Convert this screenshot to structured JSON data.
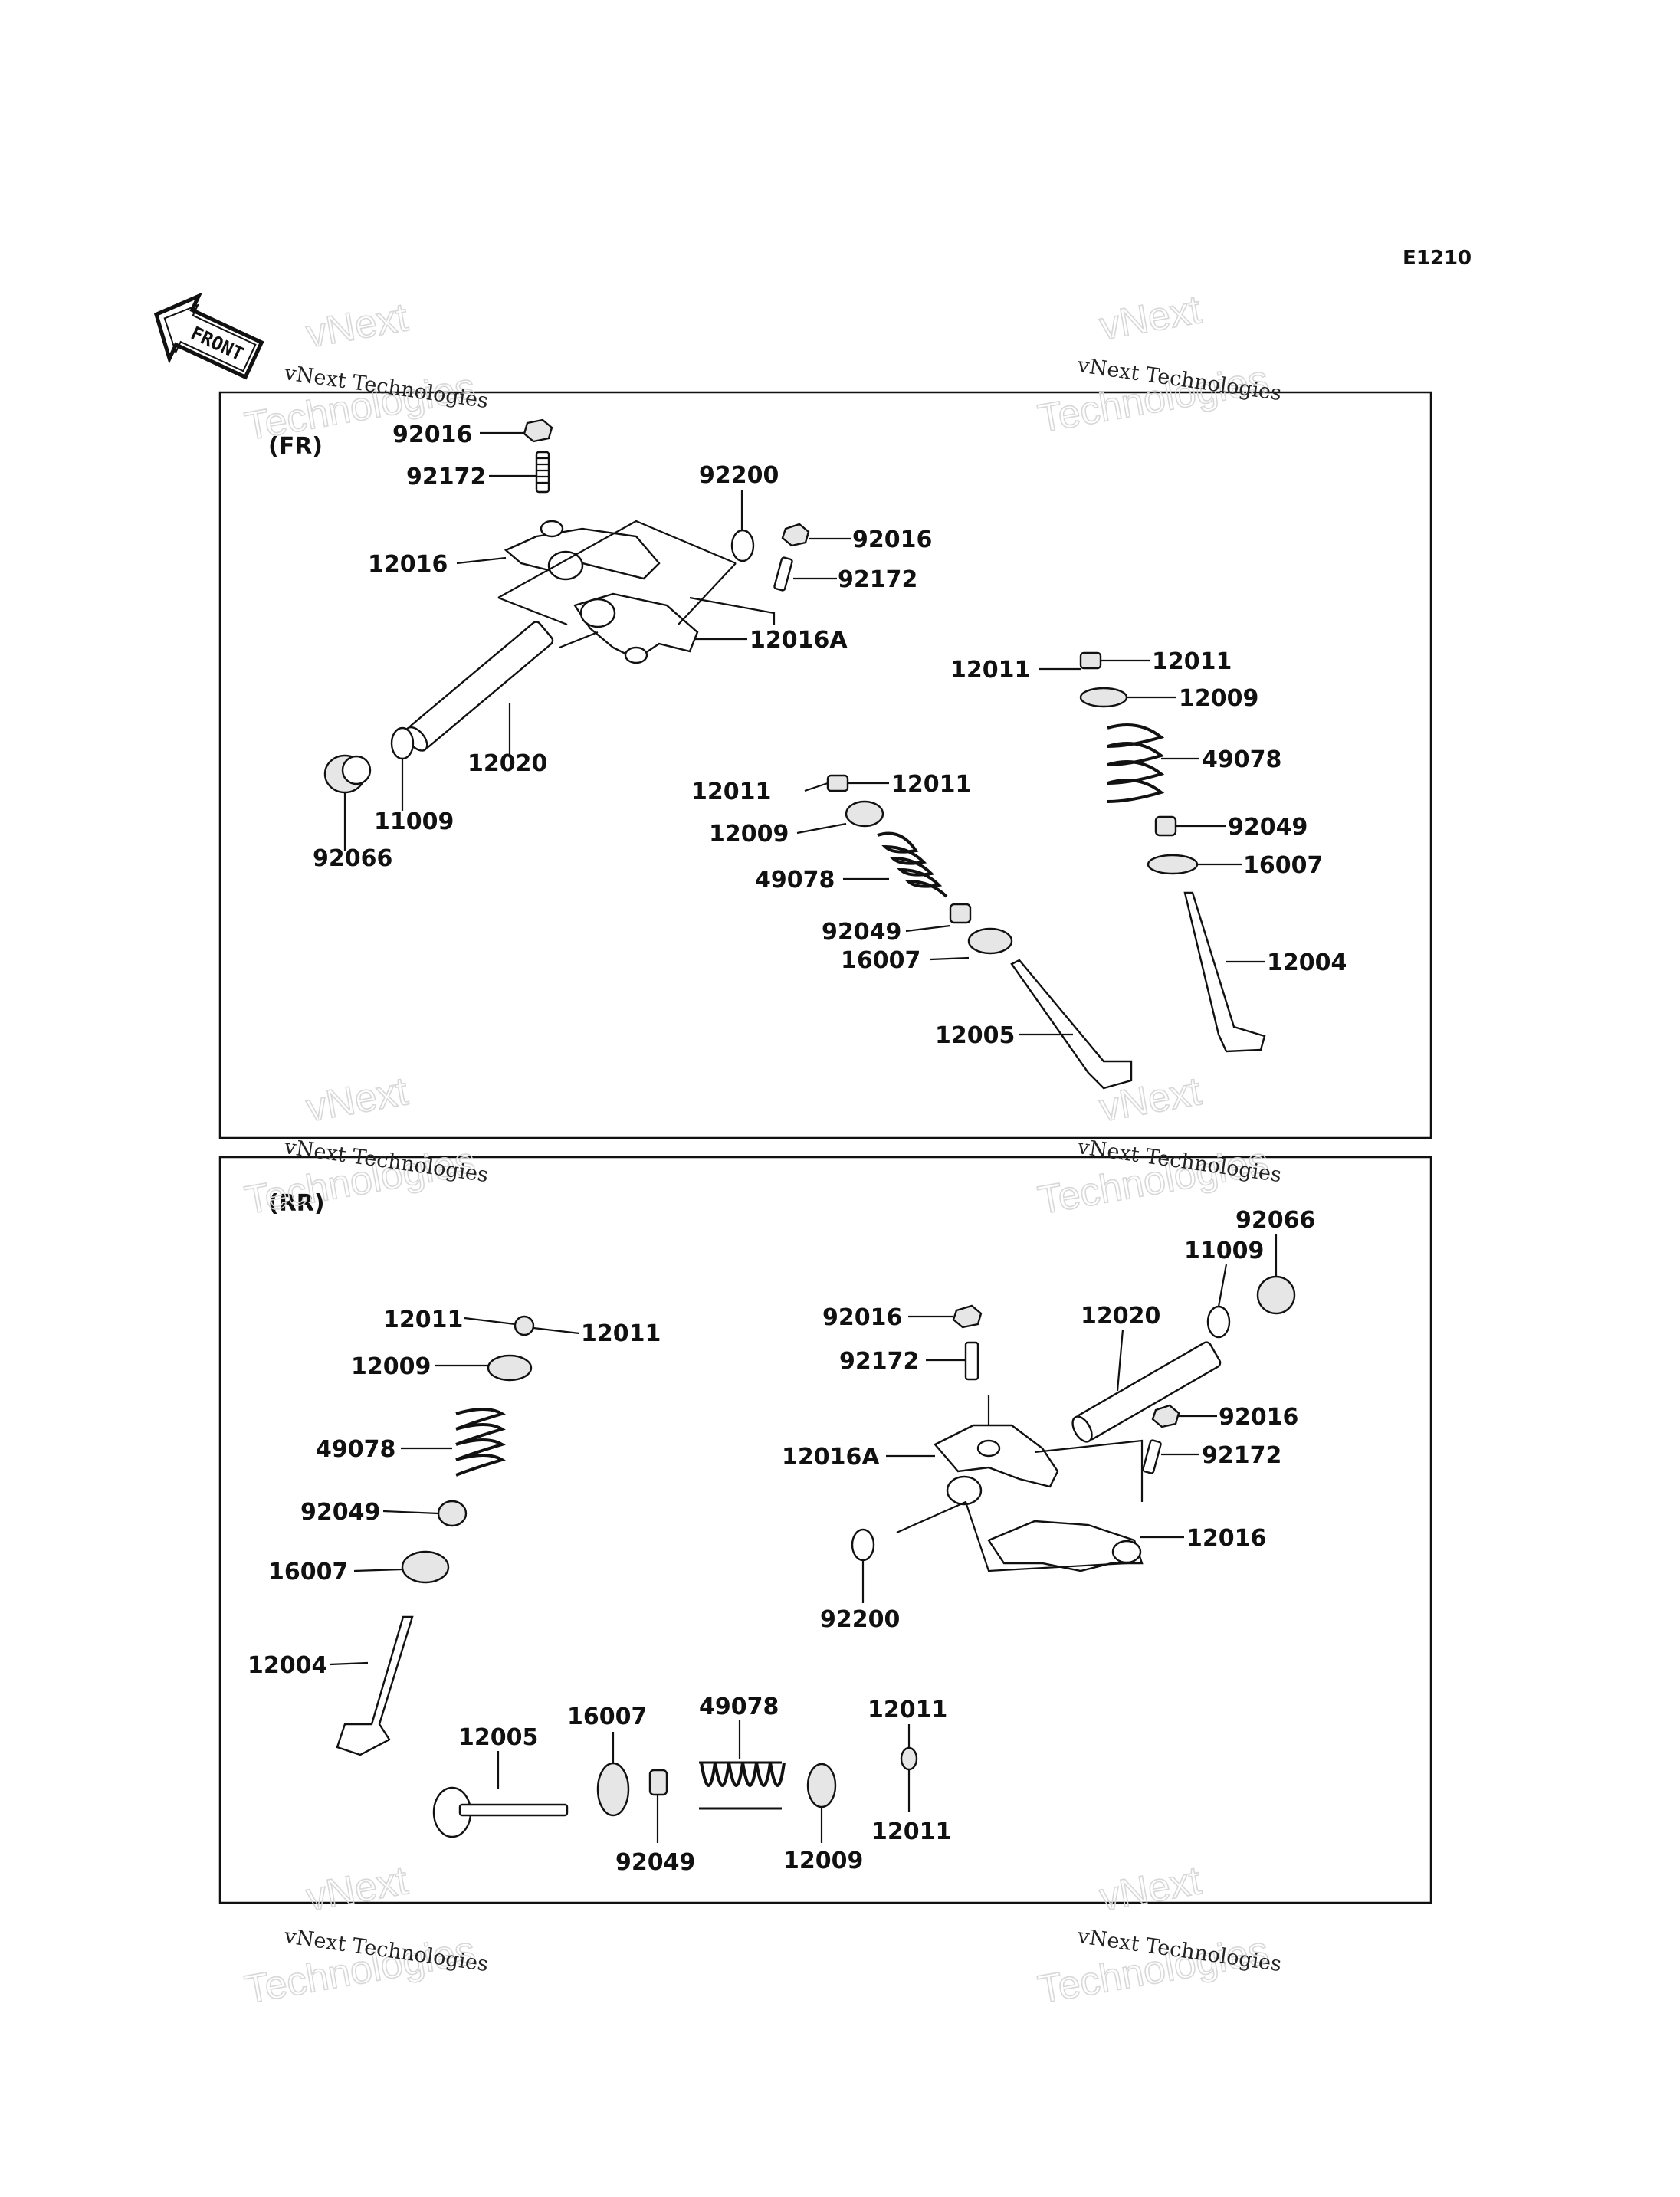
{
  "diagram_code": "E1210",
  "front_label": "FRONT",
  "watermark": {
    "small": "vNext Technologies",
    "large_top": "vNext",
    "large_bottom": "Technologies"
  },
  "sections": {
    "fr": "(FR)",
    "rr": "(RR)"
  },
  "labels": [
    {
      "id": "fr-92016-a",
      "text": "92016"
    },
    {
      "id": "fr-92172-a",
      "text": "92172"
    },
    {
      "id": "fr-92200",
      "text": "92200"
    },
    {
      "id": "fr-92016-b",
      "text": "92016"
    },
    {
      "id": "fr-92172-b",
      "text": "92172"
    },
    {
      "id": "fr-12016",
      "text": "12016"
    },
    {
      "id": "fr-12016a",
      "text": "12016A"
    },
    {
      "id": "fr-12020",
      "text": "12020"
    },
    {
      "id": "fr-11009",
      "text": "11009"
    },
    {
      "id": "fr-92066",
      "text": "92066"
    },
    {
      "id": "fr-ex-12011-l",
      "text": "12011"
    },
    {
      "id": "fr-ex-12011-r",
      "text": "12011"
    },
    {
      "id": "fr-ex-12009",
      "text": "12009"
    },
    {
      "id": "fr-ex-49078",
      "text": "49078"
    },
    {
      "id": "fr-ex-92049",
      "text": "92049"
    },
    {
      "id": "fr-ex-16007",
      "text": "16007"
    },
    {
      "id": "fr-ex-12004",
      "text": "12004"
    },
    {
      "id": "fr-in-12011-l",
      "text": "12011"
    },
    {
      "id": "fr-in-12011-r",
      "text": "12011"
    },
    {
      "id": "fr-in-12009",
      "text": "12009"
    },
    {
      "id": "fr-in-49078",
      "text": "49078"
    },
    {
      "id": "fr-in-92049",
      "text": "92049"
    },
    {
      "id": "fr-in-16007",
      "text": "16007"
    },
    {
      "id": "fr-in-12005",
      "text": "12005"
    },
    {
      "id": "rr-12011-l",
      "text": "12011"
    },
    {
      "id": "rr-12011-r",
      "text": "12011"
    },
    {
      "id": "rr-12009",
      "text": "12009"
    },
    {
      "id": "rr-49078",
      "text": "49078"
    },
    {
      "id": "rr-92049",
      "text": "92049"
    },
    {
      "id": "rr-16007",
      "text": "16007"
    },
    {
      "id": "rr-12004",
      "text": "12004"
    },
    {
      "id": "rr-12005",
      "text": "12005"
    },
    {
      "id": "rr-b-16007",
      "text": "16007"
    },
    {
      "id": "rr-b-49078",
      "text": "49078"
    },
    {
      "id": "rr-b-12011-t",
      "text": "12011"
    },
    {
      "id": "rr-b-92049",
      "text": "92049"
    },
    {
      "id": "rr-b-12009",
      "text": "12009"
    },
    {
      "id": "rr-b-12011-b",
      "text": "12011"
    },
    {
      "id": "rr-92066",
      "text": "92066"
    },
    {
      "id": "rr-11009",
      "text": "11009"
    },
    {
      "id": "rr-12020",
      "text": "12020"
    },
    {
      "id": "rr-92016-a",
      "text": "92016"
    },
    {
      "id": "rr-92172-a",
      "text": "92172"
    },
    {
      "id": "rr-92016-b",
      "text": "92016"
    },
    {
      "id": "rr-92172-b",
      "text": "92172"
    },
    {
      "id": "rr-12016a",
      "text": "12016A"
    },
    {
      "id": "rr-12016",
      "text": "12016"
    },
    {
      "id": "rr-92200",
      "text": "92200"
    }
  ]
}
